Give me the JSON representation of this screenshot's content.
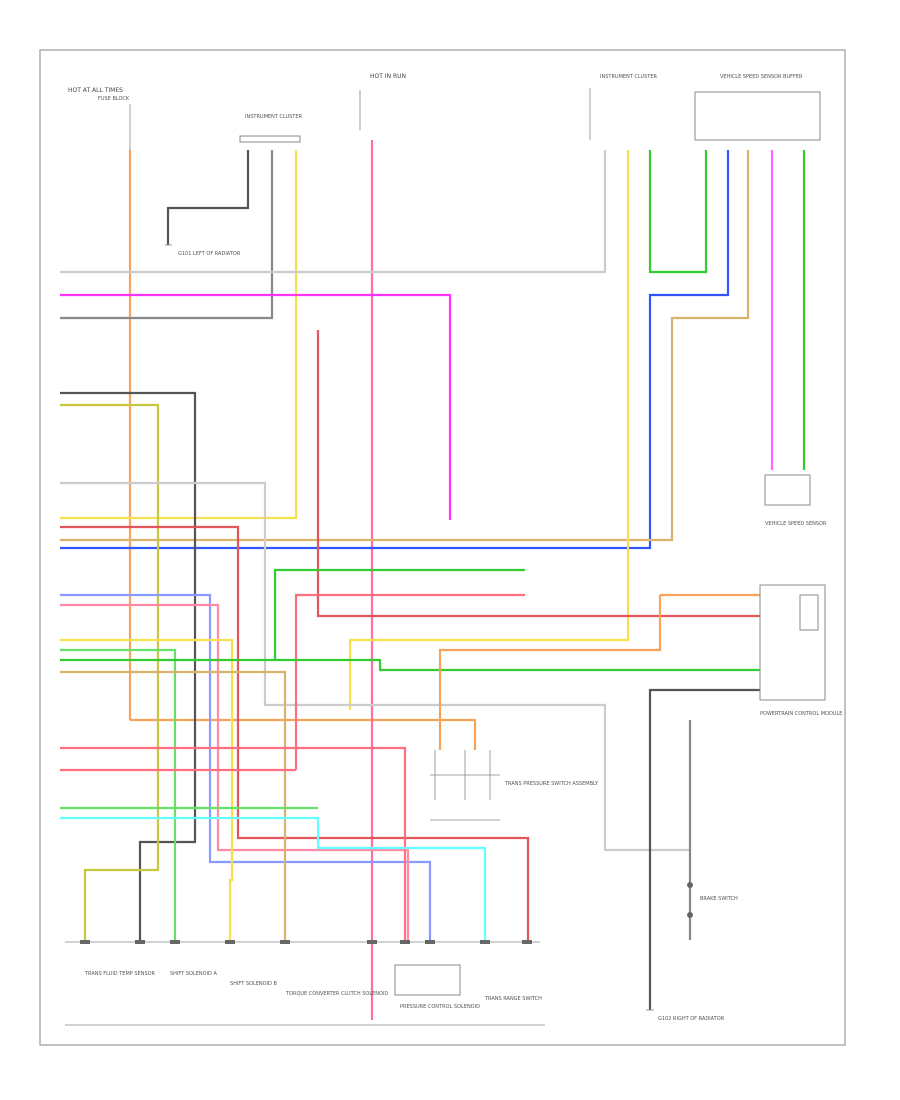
{
  "diagram": {
    "title": "",
    "footer_code": "",
    "wire_colors": {
      "orange": "#f7a35c",
      "pink": "#ff6fcf",
      "magenta": "#ff33ff",
      "red": "#e3555d",
      "dark_red": "#c2185b",
      "green": "#33cc33",
      "lime": "#66e066",
      "blue": "#3355ff",
      "light_blue": "#8899ff",
      "cyan": "#66ffff",
      "yellow": "#f5e050",
      "tan": "#d9b36c",
      "black": "#555555",
      "gray": "#aaaaaa",
      "white": "#dddddd",
      "light_green": "#a9e59a"
    },
    "labels": {
      "hot_all_times": "HOT AT ALL TIMES",
      "hot_in_run": "HOT IN RUN",
      "instrument_cluster": "INSTRUMENT CLUSTER",
      "vehicle_speed_sensor_buffer": "VEHICLE SPEED SENSOR BUFFER",
      "trans_range_switch": "TRANS RANGE SWITCH",
      "pressure_control_solenoid": "PRESSURE CONTROL SOLENOID",
      "shift_solenoid_a": "SHIFT SOLENOID A",
      "shift_solenoid_b": "SHIFT SOLENOID B",
      "tcc_solenoid": "TORQUE CONVERTER CLUTCH SOLENOID",
      "trans_fluid_temp_sensor": "TRANS FLUID TEMP SENSOR",
      "fuse_block": "FUSE BLOCK",
      "brake_switch": "BRAKE SWITCH",
      "pcm": "POWERTRAIN CONTROL MODULE",
      "ground_left": "G101 LEFT OF RADIATOR",
      "ground_right": "G102 RIGHT OF RADIATOR",
      "trans_pressure_switch": "TRANS PRESSURE SWITCH ASSEMBLY",
      "vss": "VEHICLE SPEED SENSOR"
    }
  }
}
